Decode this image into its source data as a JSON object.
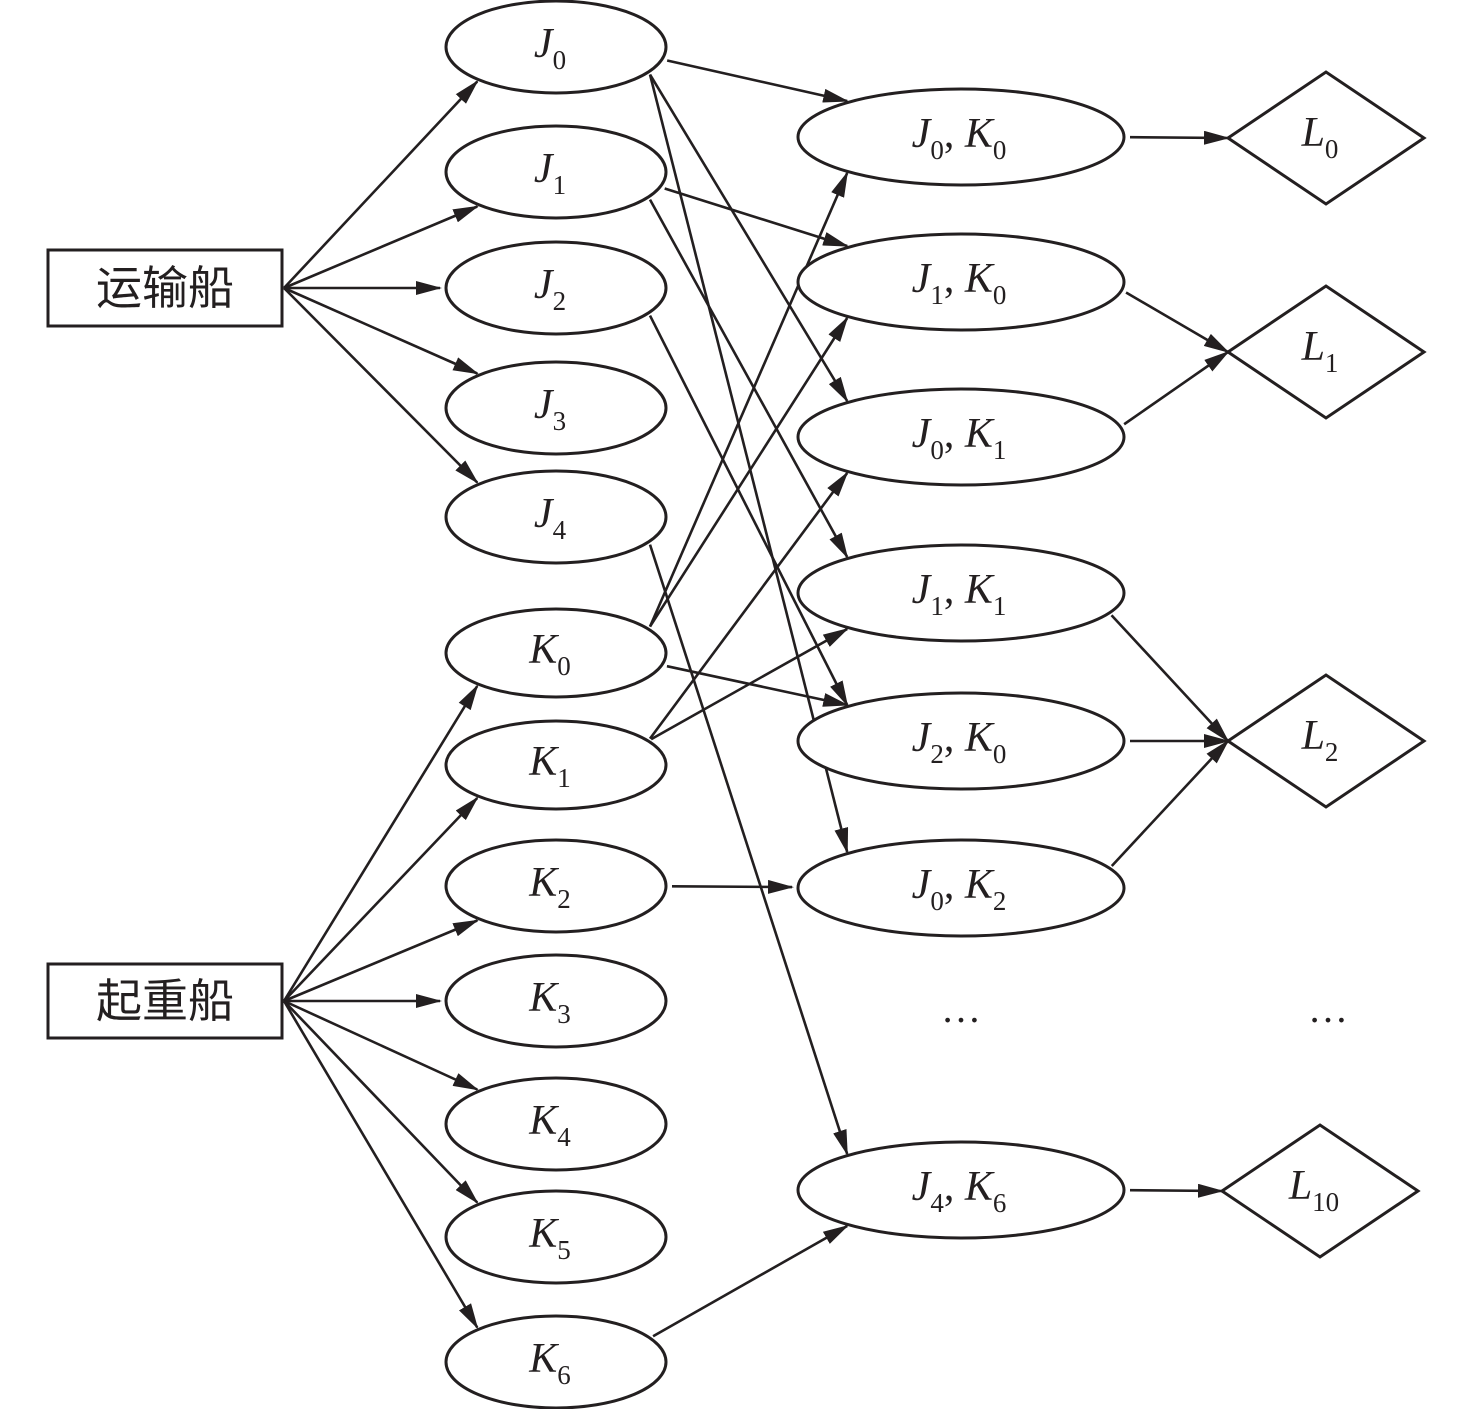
{
  "diagram": {
    "sources": [
      {
        "id": "transport",
        "label": "运输船"
      },
      {
        "id": "crane",
        "label": "起重船"
      }
    ],
    "j_nodes": [
      {
        "id": "J0",
        "base": "J",
        "sub": "0"
      },
      {
        "id": "J1",
        "base": "J",
        "sub": "1"
      },
      {
        "id": "J2",
        "base": "J",
        "sub": "2"
      },
      {
        "id": "J3",
        "base": "J",
        "sub": "3"
      },
      {
        "id": "J4",
        "base": "J",
        "sub": "4"
      }
    ],
    "k_nodes": [
      {
        "id": "K0",
        "base": "K",
        "sub": "0"
      },
      {
        "id": "K1",
        "base": "K",
        "sub": "1"
      },
      {
        "id": "K2",
        "base": "K",
        "sub": "2"
      },
      {
        "id": "K3",
        "base": "K",
        "sub": "3"
      },
      {
        "id": "K4",
        "base": "K",
        "sub": "4"
      },
      {
        "id": "K5",
        "base": "K",
        "sub": "5"
      },
      {
        "id": "K6",
        "base": "K",
        "sub": "6"
      }
    ],
    "pair_nodes": [
      {
        "id": "J0K0",
        "a_sub": "0",
        "b_sub": "0"
      },
      {
        "id": "J1K0",
        "a_sub": "1",
        "b_sub": "0"
      },
      {
        "id": "J0K1",
        "a_sub": "0",
        "b_sub": "1"
      },
      {
        "id": "J1K1",
        "a_sub": "1",
        "b_sub": "1"
      },
      {
        "id": "J2K0",
        "a_sub": "2",
        "b_sub": "0"
      },
      {
        "id": "J0K2",
        "a_sub": "0",
        "b_sub": "2"
      },
      {
        "id": "J4K6",
        "a_sub": "4",
        "b_sub": "6"
      }
    ],
    "l_nodes": [
      {
        "id": "L0",
        "base": "L",
        "sub": "0"
      },
      {
        "id": "L1",
        "base": "L",
        "sub": "1"
      },
      {
        "id": "L2",
        "base": "L",
        "sub": "2"
      },
      {
        "id": "L10",
        "base": "L",
        "sub": "10"
      }
    ],
    "ellipsis": "…",
    "edges": [
      [
        "transport",
        "J0"
      ],
      [
        "transport",
        "J1"
      ],
      [
        "transport",
        "J2"
      ],
      [
        "transport",
        "J3"
      ],
      [
        "transport",
        "J4"
      ],
      [
        "crane",
        "K0"
      ],
      [
        "crane",
        "K1"
      ],
      [
        "crane",
        "K2"
      ],
      [
        "crane",
        "K3"
      ],
      [
        "crane",
        "K4"
      ],
      [
        "crane",
        "K5"
      ],
      [
        "crane",
        "K6"
      ],
      [
        "J0",
        "J0K0"
      ],
      [
        "J0",
        "J0K1"
      ],
      [
        "J0",
        "J0K2"
      ],
      [
        "J1",
        "J1K0"
      ],
      [
        "J1",
        "J1K1"
      ],
      [
        "J2",
        "J2K0"
      ],
      [
        "J4",
        "J4K6"
      ],
      [
        "K0",
        "J0K0"
      ],
      [
        "K0",
        "J1K0"
      ],
      [
        "K0",
        "J2K0"
      ],
      [
        "K1",
        "J0K1"
      ],
      [
        "K1",
        "J1K1"
      ],
      [
        "K2",
        "J0K2"
      ],
      [
        "K6",
        "J4K6"
      ],
      [
        "J0K0",
        "L0"
      ],
      [
        "J1K0",
        "L1"
      ],
      [
        "J0K1",
        "L1"
      ],
      [
        "J1K1",
        "L2"
      ],
      [
        "J2K0",
        "L2"
      ],
      [
        "J0K2",
        "L2"
      ],
      [
        "J4K6",
        "L10"
      ]
    ]
  }
}
